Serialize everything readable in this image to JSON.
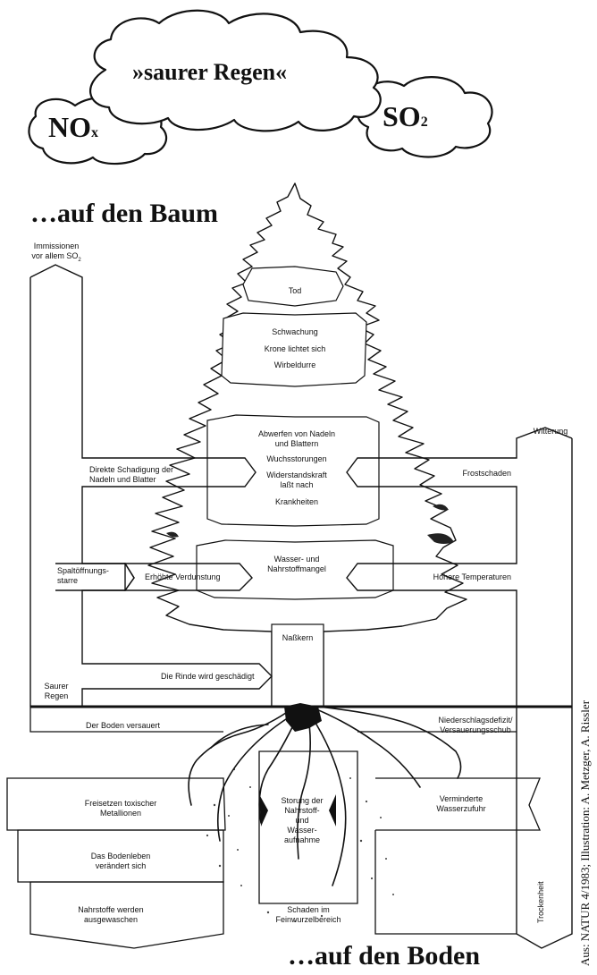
{
  "clouds": {
    "main": "»saurer Regen«",
    "left_main": "NO",
    "left_sub": "x",
    "right_main": "SO",
    "right_sub": "2"
  },
  "headings": {
    "tree": "…auf den Baum",
    "soil": "…auf den Boden"
  },
  "left_column": {
    "source_line1": "Immissionen",
    "source_line2": "vor allem SO",
    "source_sub": "2",
    "bottom_line1": "Saurer",
    "bottom_line2": "Regen"
  },
  "right_column": {
    "source": "Witterung",
    "bottom": "Trockenheit"
  },
  "tree_labels": {
    "tod": "Tod",
    "schwaechung": "Schwachung",
    "krone": "Krone lichtet sich",
    "wirbel": "Wirbeldurre",
    "abwerfen_1": "Abwerfen von Nadeln",
    "abwerfen_2": "und Blattern",
    "wuchs": "Wuchsstorungen",
    "widerstand_1": "Widerstandskraft",
    "widerstand_2": "laßt nach",
    "krank": "Krankheiten",
    "wasser_1": "Wasser- und",
    "wasser_2": "Nahrstoffmangel",
    "nasskern": "Naßkern"
  },
  "left_arrows": {
    "direkte_1": "Direkte Schadigung der",
    "direkte_2": "Nadeln und Blatter",
    "spalt_1": "Spaltöffnungs-",
    "spalt_2": "starre",
    "verdunstung": "Erhöhte Verdunstung",
    "rinde": "Die Rinde wird geschädigt"
  },
  "right_arrows": {
    "frost": "Frostschaden",
    "temp": "Hohere Temperaturen",
    "niederschlag_1": "Niederschlagsdefizit/",
    "niederschlag_2": "Versauerungsschub"
  },
  "soil_labels": {
    "versauert": "Der Boden versauert",
    "frei_1": "Freisetzen toxischer",
    "frei_2": "Metallionen",
    "leben_1": "Das Bodenleben",
    "leben_2": "verändert sich",
    "naehr_1": "Nahrstoffe werden",
    "naehr_2": "ausgewaschen",
    "stoer_1": "Storung der",
    "stoer_2": "Nahrstoff-",
    "stoer_3": "und",
    "stoer_4": "Wasser-",
    "stoer_5": "aufnahme",
    "schaden_1": "Schaden im",
    "schaden_2": "Feinwurzelbereich",
    "vermin_1": "Verminderte",
    "vermin_2": "Wasserzufuhr"
  },
  "credit": "Aus: NATUR 4/1983; Illustration: A. Metzger, A. Rissler"
}
